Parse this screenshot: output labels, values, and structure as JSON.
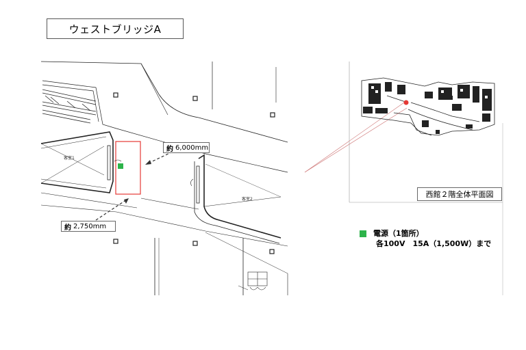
{
  "title": "ウェストブリッジA",
  "callouts": {
    "width_label_prefix": "約",
    "width_value": "6,000mm",
    "depth_label_prefix": "約",
    "depth_value": "2,750mm"
  },
  "room_labels": {
    "left": "客室1",
    "right": "客室2"
  },
  "floor_plan_label": "西館２階全体平面図",
  "legend": {
    "title": "電源（1箇所）",
    "detail": "各100V　15A（1,500W）まで"
  },
  "colors": {
    "power_marker": "#2db34a",
    "area_outline": "#e53935",
    "location_dot": "#e53935",
    "line": "#222222"
  },
  "icons": {
    "power_outlet": "green-square-icon",
    "column": "square-column-icon"
  }
}
